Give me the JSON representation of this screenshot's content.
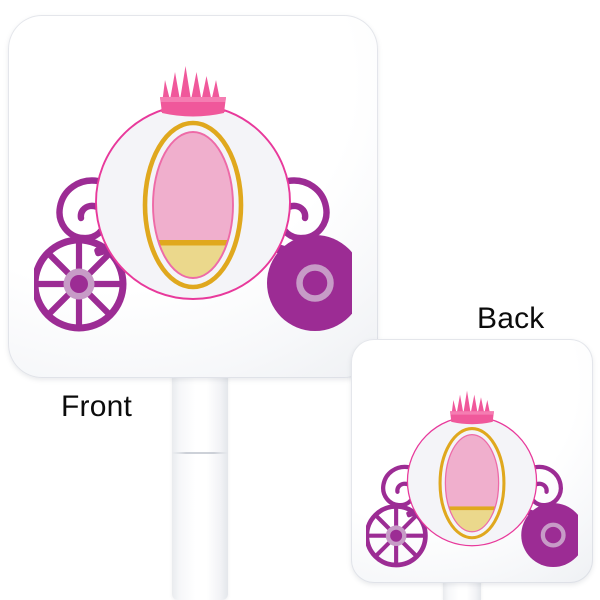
{
  "scene": {
    "title": "Princess Carriage Plastic Stir Sticks — Front and Back preview",
    "background_color": "#ffffff",
    "product": "plastic stir stick paddle"
  },
  "labels": {
    "front": "Front",
    "back": "Back"
  },
  "paddles": [
    {
      "id": "front-paddle",
      "side": "Front",
      "head_color": "#ffffff",
      "shape": "rounded-square",
      "has_stick": true
    },
    {
      "id": "back-paddle",
      "side": "Back",
      "head_color": "#ffffff",
      "shape": "rounded-square",
      "has_stick": true
    }
  ],
  "artwork": {
    "name": "princess-carriage",
    "description": "Fairy-tale pumpkin carriage with crown, spoked front wheel and solid rear wheel",
    "parts": [
      {
        "name": "crown",
        "spikes": 8
      },
      {
        "name": "carriage-body",
        "shape": "circle"
      },
      {
        "name": "window-outer-ring",
        "shape": "ellipse"
      },
      {
        "name": "window-inner",
        "shape": "ellipse"
      },
      {
        "name": "window-lower-panel",
        "shape": "ellipse-bottom"
      },
      {
        "name": "left-swirl",
        "shape": "spiral"
      },
      {
        "name": "right-swirl",
        "shape": "spiral"
      },
      {
        "name": "front-wheel",
        "spokes": 8
      },
      {
        "name": "rear-wheel",
        "shape": "solid-disc"
      }
    ],
    "colors": {
      "crown_pink": "#F0589B",
      "crown_pink_light": "#F57DB2",
      "body_fill": "#F4F4F8",
      "body_outline_pink": "#E8399B",
      "gold_ring": "#E0A81E",
      "window_pink": "#F0AFCD",
      "window_pink_outline": "#EE6AA7",
      "window_gold_fill": "#EBD88C",
      "wheel_purple": "#9C2C94",
      "wheel_hub_light": "#C79BC7",
      "paddle_white": "#FFFFFF",
      "label_black": "#0B0B0B"
    }
  }
}
